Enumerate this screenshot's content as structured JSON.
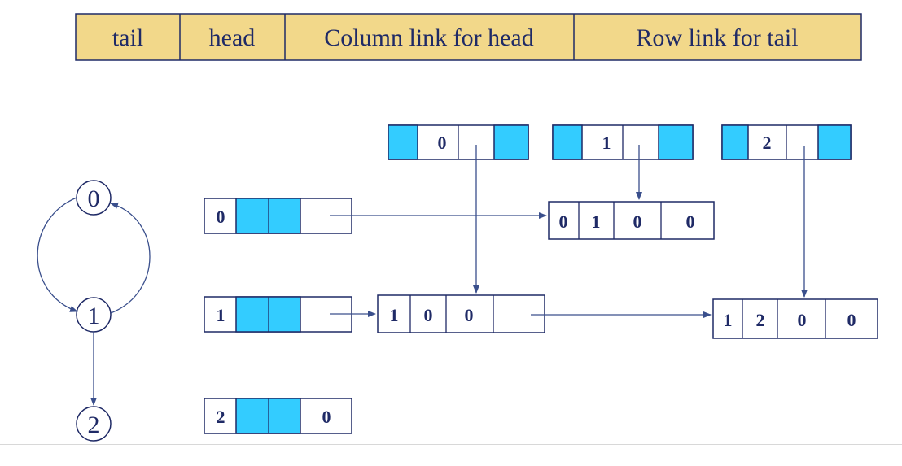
{
  "legend": {
    "fields": [
      "tail",
      "head",
      "Column link for head",
      "Row link for tail"
    ],
    "fill_color": "#f2d88a",
    "border_color": "#1f2a66"
  },
  "colors": {
    "ink": "#1f2a66",
    "highlight": "#33ccff",
    "arrow": "#3a4f8c"
  },
  "graph": {
    "vertices": [
      "0",
      "1",
      "2"
    ],
    "edges": [
      [
        "0",
        "1"
      ],
      [
        "1",
        "0"
      ],
      [
        "1",
        "2"
      ]
    ]
  },
  "column_headers": [
    "0",
    "1",
    "2"
  ],
  "row_headers": [
    "0",
    "1",
    "2"
  ],
  "row_header_last_values": [
    "",
    "",
    "0"
  ],
  "edge_nodes": [
    {
      "tail": "0",
      "head": "1",
      "column_link": "0",
      "row_link": "0"
    },
    {
      "tail": "1",
      "head": "0",
      "column_link": "0",
      "row_link": ""
    },
    {
      "tail": "1",
      "head": "2",
      "column_link": "0",
      "row_link": "0"
    }
  ]
}
